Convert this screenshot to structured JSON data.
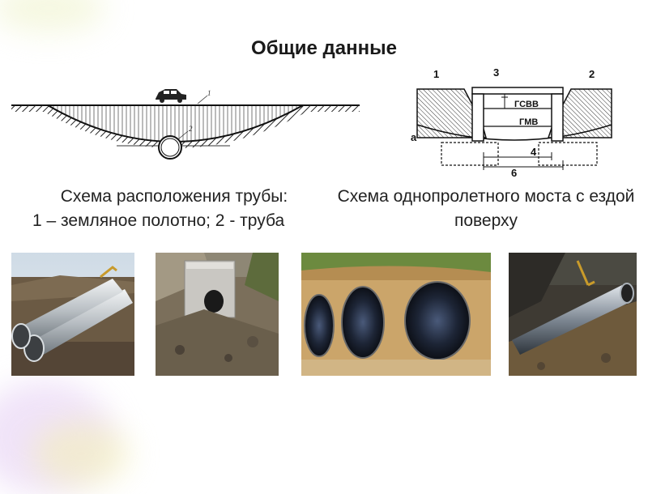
{
  "slide": {
    "title": "Общие данные"
  },
  "left_diagram": {
    "labels": [
      "1",
      "2"
    ]
  },
  "right_diagram": {
    "labels": [
      "1",
      "2",
      "3",
      "ГСВВ",
      "ГМВ",
      "4",
      "6",
      "а"
    ]
  },
  "captions": {
    "pipe_scheme_line1": "Схема расположения трубы:",
    "pipe_scheme_line2": "1 – земляное полотно; 2 - труба",
    "bridge_scheme_line1": "Схема однопролетного моста с ездой",
    "bridge_scheme_line2": "поверху"
  },
  "colors": {
    "title": "#1a1a1a",
    "text": "#222222",
    "decor_lilac": "#e2c9f2",
    "decor_yellow": "#f3f0b0"
  }
}
